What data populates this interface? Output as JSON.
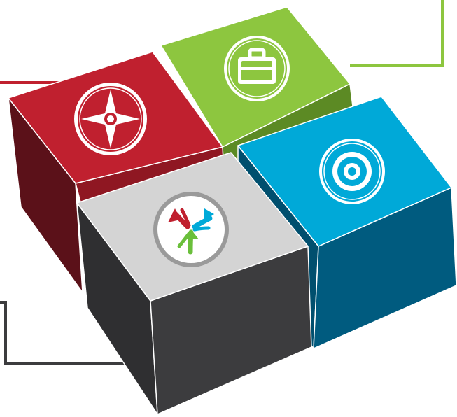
{
  "colors": {
    "background": "#ffffff",
    "red_top": "#c0202f",
    "red_left": "#5b1119",
    "red_right": "#8f1722",
    "green_top": "#8dc63f",
    "green_right": "#5c8a24",
    "blue_top": "#00a9d8",
    "blue_left": "#004f6e",
    "blue_right": "#005b7f",
    "gray_top": "#d4d4d4",
    "gray_left": "#2f2f31",
    "gray_right": "#3c3c3e",
    "connector_red": "#c0202f",
    "connector_green": "#8dc63f",
    "connector_dark": "#3c3c3e",
    "icon_white": "#ffffff",
    "logo_red": "#c0202f",
    "logo_blue": "#00a9d8",
    "logo_green": "#6abf3b",
    "logo_ring": "#9a9a9a"
  },
  "cubes": [
    {
      "id": "red",
      "icon": "compass-icon"
    },
    {
      "id": "green",
      "icon": "briefcase-icon"
    },
    {
      "id": "blue",
      "icon": "target-icon"
    },
    {
      "id": "gray",
      "icon": "pinwheel-logo-icon"
    }
  ]
}
